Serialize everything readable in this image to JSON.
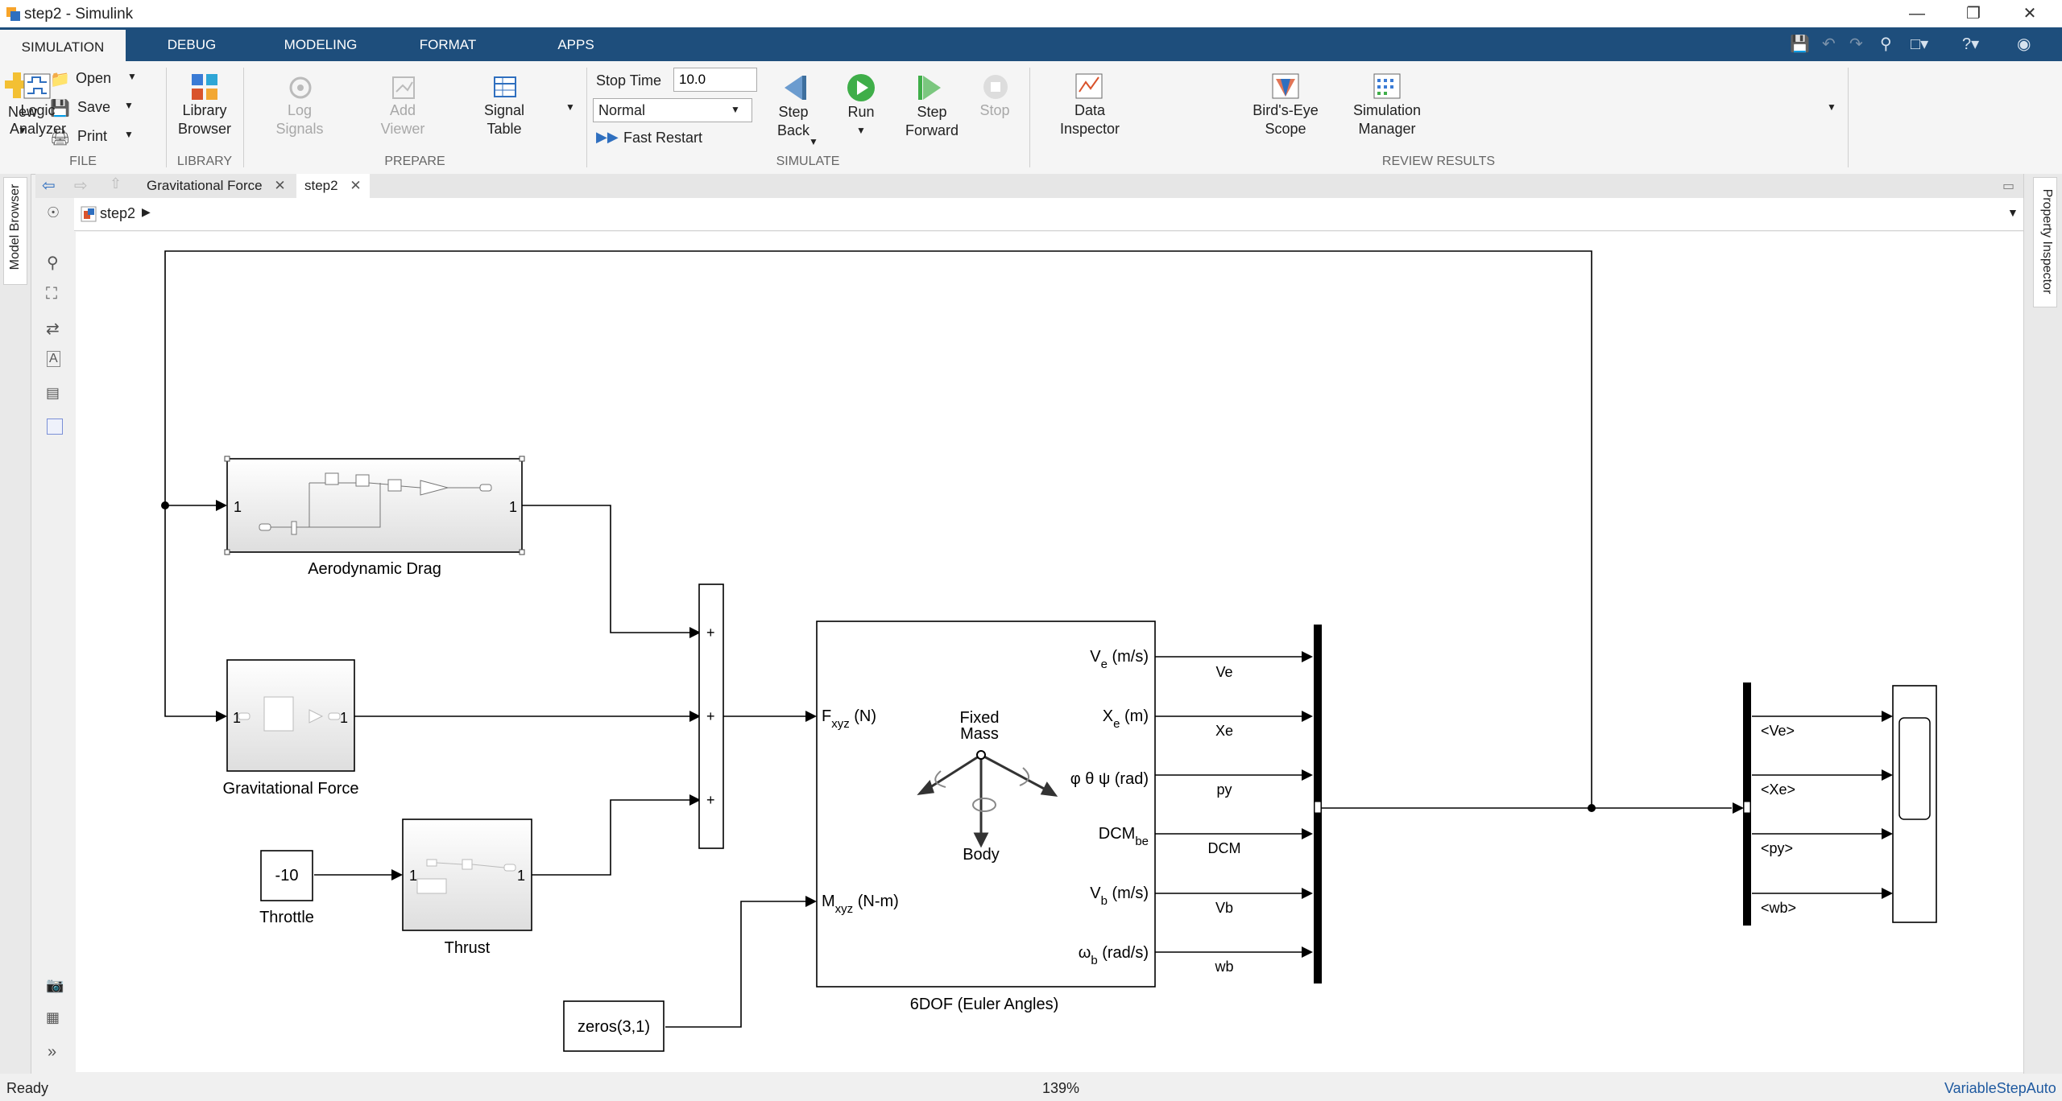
{
  "window": {
    "title": "step2 - Simulink"
  },
  "tabs": [
    "SIMULATION",
    "DEBUG",
    "MODELING",
    "FORMAT",
    "APPS"
  ],
  "ribbon": {
    "file": {
      "new": "New",
      "open": "Open",
      "save": "Save",
      "print": "Print",
      "section": "FILE"
    },
    "library": {
      "line1": "Library",
      "line2": "Browser",
      "section": "LIBRARY"
    },
    "prepare": {
      "log1": "Log",
      "log2": "Signals",
      "add1": "Add",
      "add2": "Viewer",
      "sig1": "Signal",
      "sig2": "Table",
      "section": "PREPARE"
    },
    "simulate": {
      "stop_time_label": "Stop Time",
      "stop_time_value": "10.0",
      "mode": "Normal",
      "fast_restart": "Fast Restart",
      "step_back1": "Step",
      "step_back2": "Back",
      "run": "Run",
      "step_fwd1": "Step",
      "step_fwd2": "Forward",
      "stop": "Stop",
      "section": "SIMULATE"
    },
    "review": {
      "di1": "Data",
      "di2": "Inspector",
      "la1": "Logic",
      "la2": "Analyzer",
      "be1": "Bird's-Eye",
      "be2": "Scope",
      "sm1": "Simulation",
      "sm2": "Manager",
      "section": "REVIEW RESULTS"
    }
  },
  "side_tabs": {
    "left": "Model Browser",
    "right": "Property Inspector"
  },
  "doc_tabs": [
    "Gravitational Force",
    "step2"
  ],
  "breadcrumb": "step2",
  "diagram": {
    "blocks": {
      "aero_drag": "Aerodynamic Drag",
      "grav_force": "Gravitational Force",
      "throttle_value": "-10",
      "throttle": "Throttle",
      "thrust": "Thrust",
      "zeros": "zeros(3,1)",
      "sixdof": "6DOF (Euler Angles)",
      "fixed1": "Fixed",
      "fixed2": "Mass",
      "body": "Body"
    },
    "ports": {
      "one": "1",
      "plus": "+"
    },
    "sixdof_inputs": {
      "f_main": "F",
      "f_sub": "xyz",
      "f_unit": " (N)",
      "m_main": "M",
      "m_sub": "xyz",
      "m_unit": " (N-m)"
    },
    "sixdof_outputs": [
      {
        "main": "V",
        "sub": "e",
        "unit": " (m/s)"
      },
      {
        "main": "X",
        "sub": "e",
        "unit": " (m)"
      },
      {
        "main": "φ θ ψ (rad)",
        "sub": "",
        "unit": ""
      },
      {
        "main": "DCM",
        "sub": "be",
        "unit": ""
      },
      {
        "main": "V",
        "sub": "b",
        "unit": " (m/s)"
      },
      {
        "main": "ω",
        "sub": "b",
        "unit": " (rad/s)"
      }
    ],
    "signal_labels": [
      "Ve",
      "Xe",
      "py",
      "DCM",
      "Vb",
      "wb"
    ],
    "selector_labels": [
      "<Ve>",
      "<Xe>",
      "<py>",
      "<wb>"
    ]
  },
  "status": {
    "left": "Ready",
    "zoom": "139%",
    "solver": "VariableStepAuto"
  }
}
